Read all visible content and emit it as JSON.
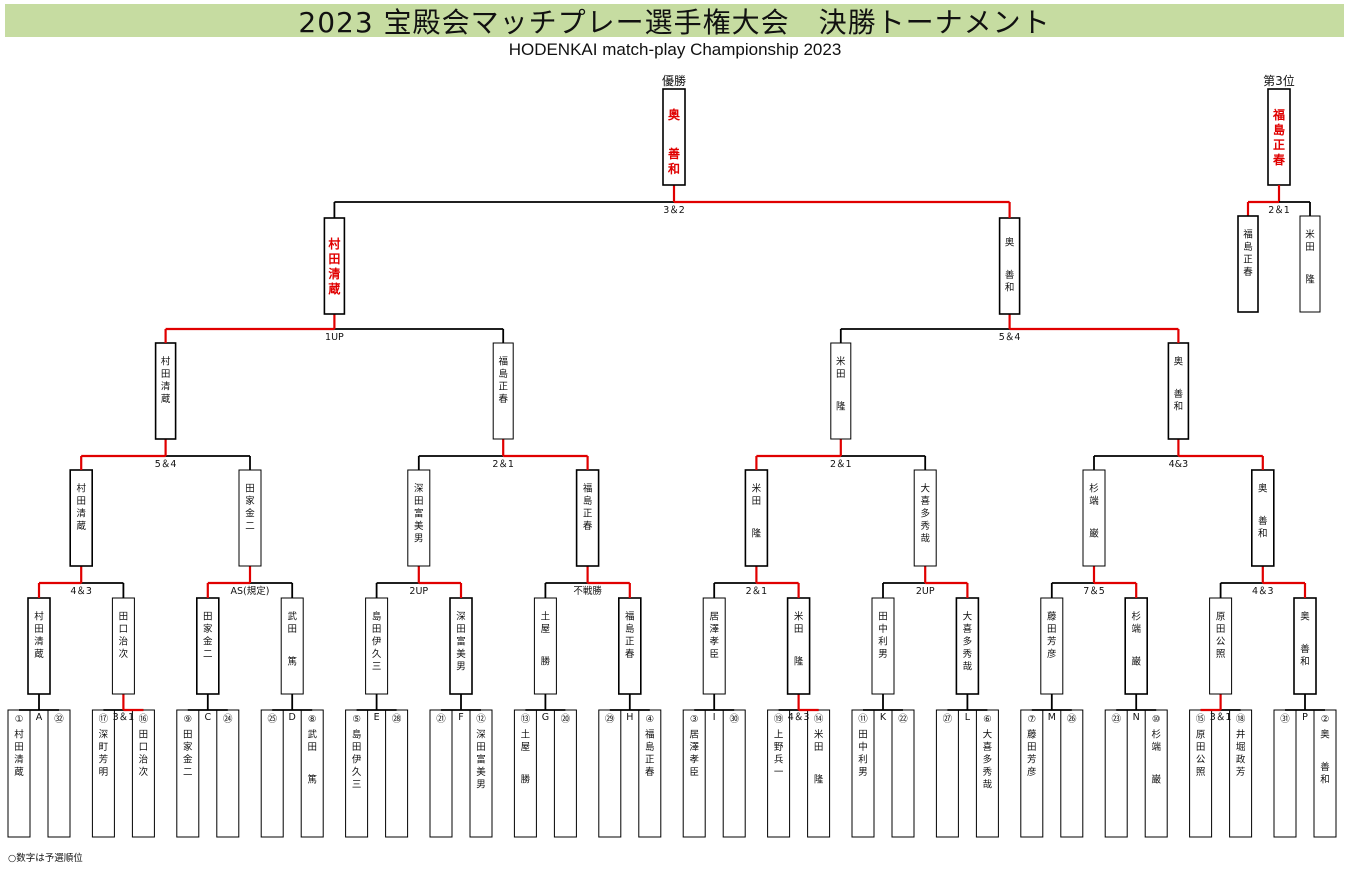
{
  "title": "2023 宝殿会マッチプレー選手権大会　決勝トーナメント",
  "subtitle": "HODENKAI match-play Championship  2023",
  "champion_label": "優勝",
  "third_label": "第3位",
  "footnote": "○数字は予選順位",
  "colors": {
    "banner": "#c6dca1",
    "winner": "#e00000",
    "line": "#000000"
  },
  "champion": "奥　善和",
  "third_place": "福島正春",
  "final_result": "3＆2",
  "third_place_match": {
    "result": "2＆1",
    "players": [
      "福島正春",
      "米田　隆"
    ]
  },
  "semifinals": [
    {
      "result": "1UP",
      "players": [
        "村田清蔵",
        "福島正春"
      ],
      "winner": 0
    },
    {
      "result": "5＆4",
      "players": [
        "米田　隆",
        "奥　善和"
      ],
      "winner": 1
    }
  ],
  "quarterfinals": [
    {
      "result": "5＆4",
      "players": [
        "村田清蔵",
        "田家金二"
      ],
      "winner": 0
    },
    {
      "result": "2＆1",
      "players": [
        "深田富美男",
        "福島正春"
      ],
      "winner": 1
    },
    {
      "result": "2＆1",
      "players": [
        "米田　隆",
        "大喜多秀哉"
      ],
      "winner": 0
    },
    {
      "result": "4&3",
      "players": [
        "杉端　巌",
        "奥　善和"
      ],
      "winner": 1
    }
  ],
  "round_of_16": [
    {
      "result": "4＆3",
      "players": [
        "村田清蔵",
        "田口治次"
      ],
      "winner": 0
    },
    {
      "result": "AS(規定)",
      "players": [
        "田家金二",
        "武田　篤"
      ],
      "winner": 0
    },
    {
      "result": "2UP",
      "players": [
        "島田伊久三",
        "深田富美男"
      ],
      "winner": 1
    },
    {
      "result": "不戦勝",
      "players": [
        "土屋　勝",
        "福島正春"
      ],
      "winner": 1
    },
    {
      "result": "2＆1",
      "players": [
        "居澤孝臣",
        "米田　隆"
      ],
      "winner": 1
    },
    {
      "result": "2UP",
      "players": [
        "田中利男",
        "大喜多秀哉"
      ],
      "winner": 1
    },
    {
      "result": "7＆5",
      "players": [
        "藤田芳彦",
        "杉端　巌"
      ],
      "winner": 1
    },
    {
      "result": "4＆3",
      "players": [
        "原田公照",
        "奥　善和"
      ],
      "winner": 1
    }
  ],
  "first_round": [
    {
      "label": "A",
      "result": "",
      "players": [
        {
          "seed": "①",
          "name": "村田清蔵"
        },
        {
          "seed": "㉜",
          "name": ""
        }
      ],
      "winner": 0
    },
    {
      "label": "",
      "result": "3＆1",
      "players": [
        {
          "seed": "⑰",
          "name": "深町芳明"
        },
        {
          "seed": "⑯",
          "name": "田口治次"
        }
      ],
      "winner": 1
    },
    {
      "label": "C",
      "result": "",
      "players": [
        {
          "seed": "⑨",
          "name": "田家金二"
        },
        {
          "seed": "㉔",
          "name": ""
        }
      ],
      "winner": 0
    },
    {
      "label": "D",
      "result": "",
      "players": [
        {
          "seed": "㉕",
          "name": ""
        },
        {
          "seed": "⑧",
          "name": "武田　篤"
        }
      ],
      "winner": 1
    },
    {
      "label": "E",
      "result": "",
      "players": [
        {
          "seed": "⑤",
          "name": "島田伊久三"
        },
        {
          "seed": "㉘",
          "name": ""
        }
      ],
      "winner": 0
    },
    {
      "label": "F",
      "result": "",
      "players": [
        {
          "seed": "㉑",
          "name": ""
        },
        {
          "seed": "⑫",
          "name": "深田富美男"
        }
      ],
      "winner": 1
    },
    {
      "label": "G",
      "result": "",
      "players": [
        {
          "seed": "⑬",
          "name": "土屋　勝"
        },
        {
          "seed": "⑳",
          "name": ""
        }
      ],
      "winner": 0
    },
    {
      "label": "H",
      "result": "",
      "players": [
        {
          "seed": "㉙",
          "name": ""
        },
        {
          "seed": "④",
          "name": "福島正春"
        }
      ],
      "winner": 1
    },
    {
      "label": "I",
      "result": "",
      "players": [
        {
          "seed": "③",
          "name": "居澤孝臣"
        },
        {
          "seed": "㉚",
          "name": ""
        }
      ],
      "winner": 0
    },
    {
      "label": "",
      "result": "4＆3",
      "players": [
        {
          "seed": "⑲",
          "name": "上野兵一"
        },
        {
          "seed": "⑭",
          "name": "米田　隆"
        }
      ],
      "winner": 1
    },
    {
      "label": "K",
      "result": "",
      "players": [
        {
          "seed": "⑪",
          "name": "田中利男"
        },
        {
          "seed": "㉒",
          "name": ""
        }
      ],
      "winner": 0
    },
    {
      "label": "L",
      "result": "",
      "players": [
        {
          "seed": "㉗",
          "name": ""
        },
        {
          "seed": "⑥",
          "name": "大喜多秀哉"
        }
      ],
      "winner": 1
    },
    {
      "label": "M",
      "result": "",
      "players": [
        {
          "seed": "⑦",
          "name": "藤田芳彦"
        },
        {
          "seed": "㉖",
          "name": ""
        }
      ],
      "winner": 0
    },
    {
      "label": "N",
      "result": "",
      "players": [
        {
          "seed": "㉓",
          "name": ""
        },
        {
          "seed": "⑩",
          "name": "杉端　巌"
        }
      ],
      "winner": 1
    },
    {
      "label": "",
      "result": "3＆1",
      "players": [
        {
          "seed": "⑮",
          "name": "原田公照"
        },
        {
          "seed": "⑱",
          "name": "井堀政芳"
        }
      ],
      "winner": 0
    },
    {
      "label": "P",
      "result": "",
      "players": [
        {
          "seed": "㉛",
          "name": ""
        },
        {
          "seed": "②",
          "name": "奥　善和"
        }
      ],
      "winner": 1
    }
  ]
}
